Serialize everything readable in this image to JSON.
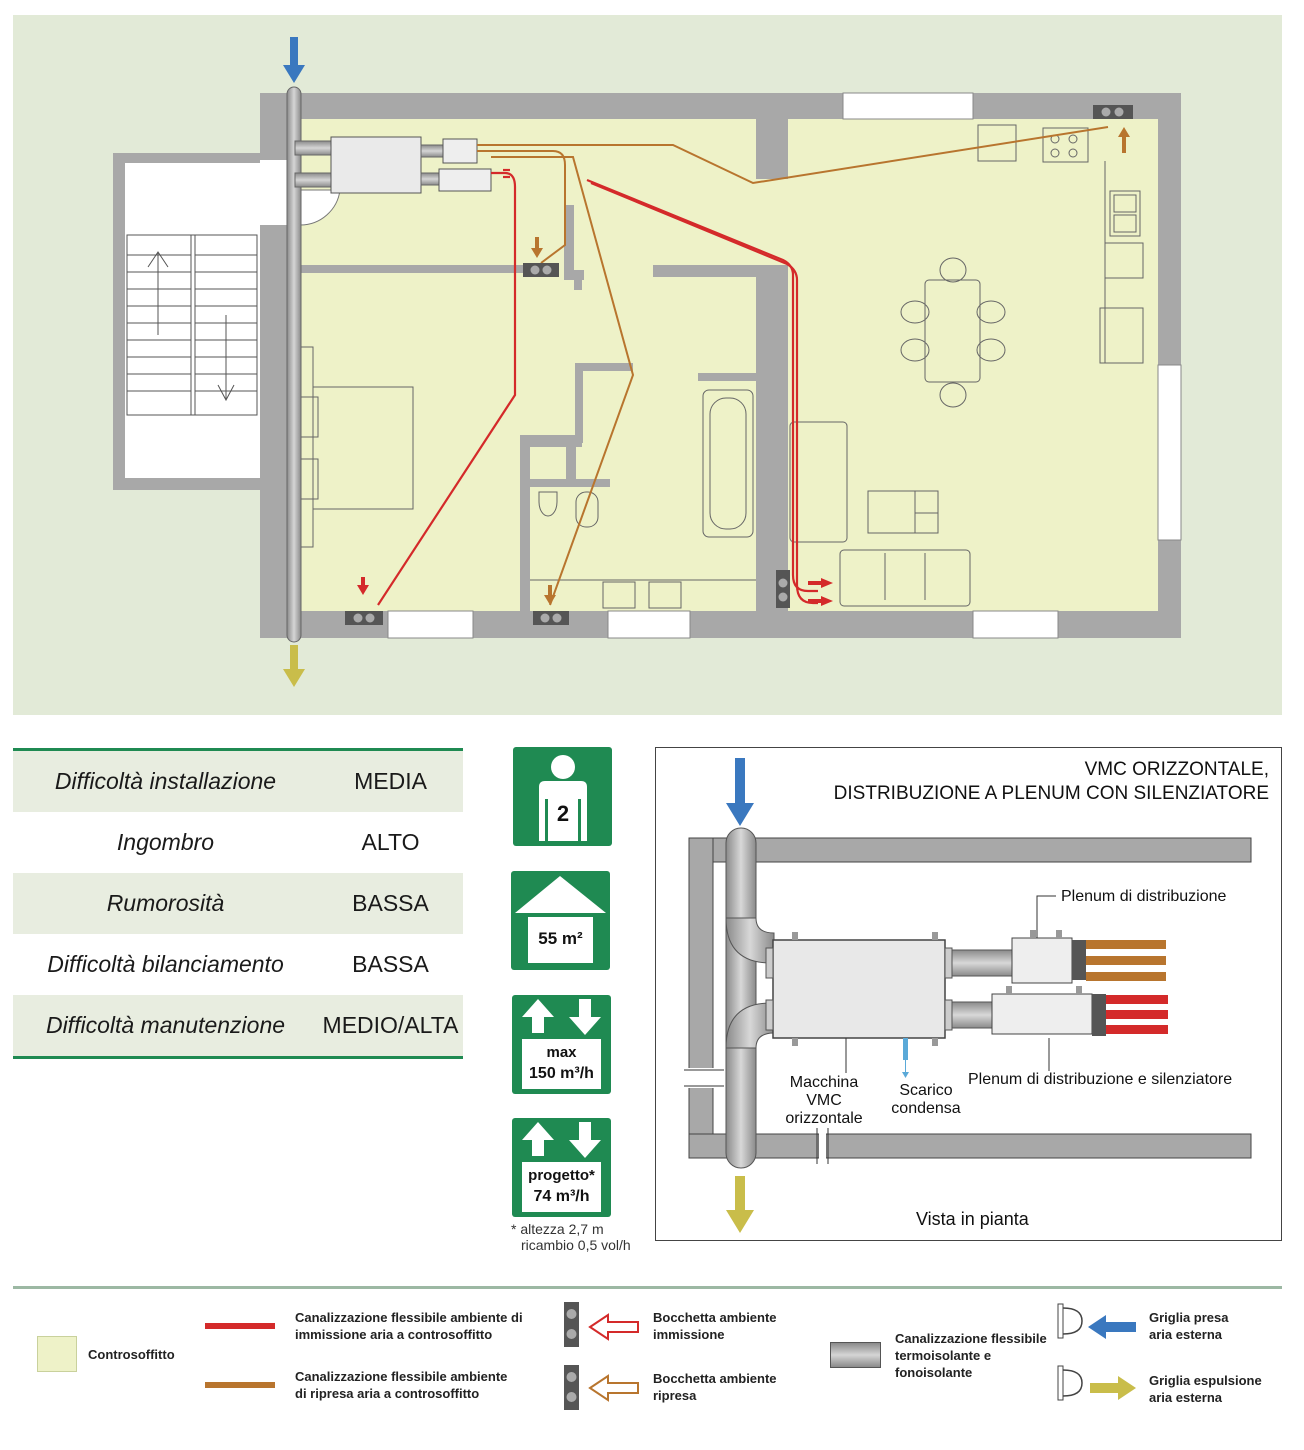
{
  "ratings": [
    {
      "label": "Difficoltà installazione",
      "value": "MEDIA"
    },
    {
      "label": "Ingombro",
      "value": "ALTO"
    },
    {
      "label": "Rumorosità",
      "value": "BASSA"
    },
    {
      "label": "Difficoltà bilanciamento",
      "value": "BASSA"
    },
    {
      "label": "Difficoltà manutenzione",
      "value": "MEDIO/ALTA"
    }
  ],
  "icons": {
    "occupants": "2",
    "area": "55 m²",
    "max_label": "max",
    "max_value": "150 m³/h",
    "design_label": "progetto*",
    "design_value": "74 m³/h"
  },
  "footnote": {
    "line1": "* altezza 2,7 m",
    "line2": "ricambio 0,5 vol/h"
  },
  "detail": {
    "title_line1": "VMC ORIZZONTALE,",
    "title_line2": "DISTRIBUZIONE A PLENUM CON SILENZIATORE",
    "plenum_label": "Plenum di distribuzione",
    "machine_line1": "Macchina VMC",
    "machine_line2": "orizzontale",
    "condensa_line1": "Scarico",
    "condensa_line2": "condensa",
    "silencer_label": "Plenum di distribuzione e silenziatore",
    "view_label": "Vista in pianta"
  },
  "legend": {
    "controsoffitto": "Controsoffitto",
    "immissione_line1": "Canalizzazione flessibile ambiente di",
    "immissione_line2": "immissione aria a controsoffitto",
    "ripresa_line1": "Canalizzazione flessibile ambiente",
    "ripresa_line2": "di ripresa aria a controsoffitto",
    "bocchetta_imm_line1": "Bocchetta ambiente",
    "bocchetta_imm_line2": "immissione",
    "bocchetta_rip_line1": "Bocchetta ambiente",
    "bocchetta_rip_line2": "ripresa",
    "canal_line1": "Canalizzazione flessibile",
    "canal_line2": "termoisolante e",
    "canal_line3": "fonoisolante",
    "griglia_presa_line1": "Griglia presa",
    "griglia_presa_line2": "aria esterna",
    "griglia_esp_line1": "Griglia espulsione",
    "griglia_esp_line2": "aria esterna"
  },
  "colors": {
    "supply": "#d42a2a",
    "extract": "#b8752e",
    "intake_arrow": "#3a78bf",
    "exhaust_arrow": "#c9bd4a",
    "green": "#1f8a52",
    "ceiling": "#eef2c8",
    "wall": "#a8a8a8"
  }
}
